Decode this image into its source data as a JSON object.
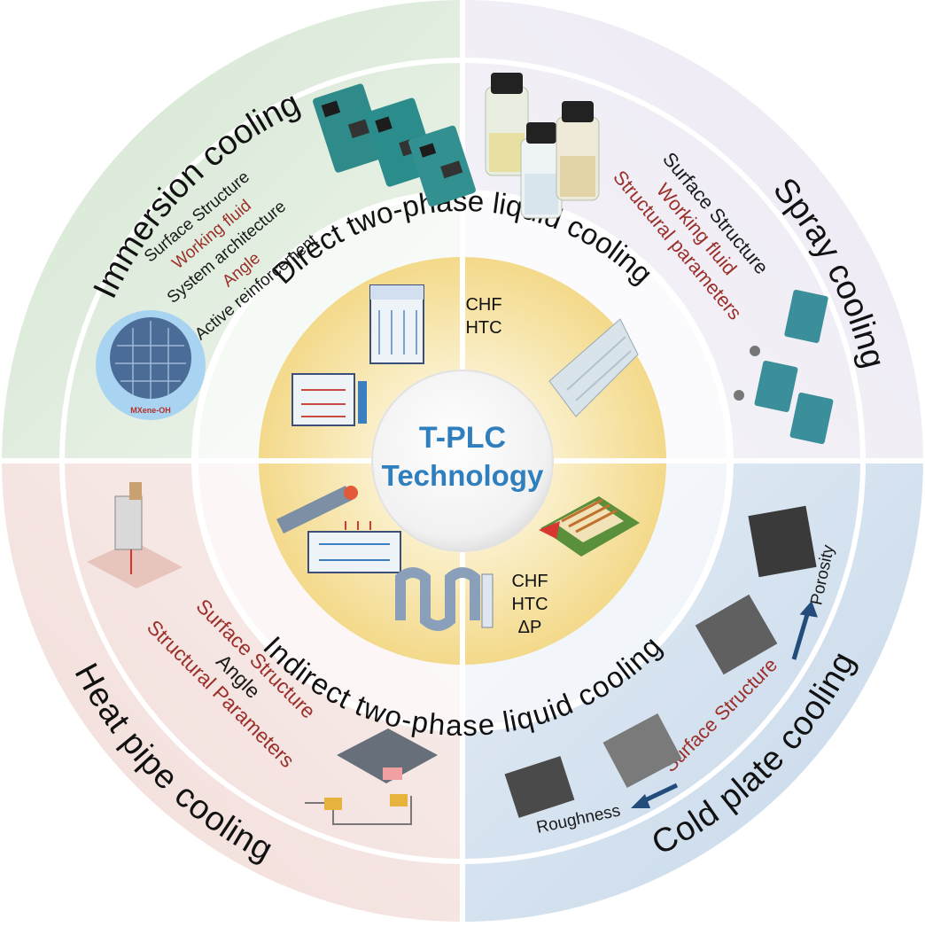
{
  "center": {
    "line1": "T-PLC",
    "line2": "Technology"
  },
  "direct": {
    "label": "Direct two-phase liquid cooling",
    "metrics": [
      "CHF",
      "HTC"
    ]
  },
  "indirect": {
    "label": "Indirect two-phase liquid cooling",
    "metrics": [
      "CHF",
      "HTC",
      "ΔP"
    ]
  },
  "immersion": {
    "title": "Immersion cooling",
    "factors": [
      "Surface Structure",
      "Working fluid",
      "System architecture",
      "Angle",
      "Active reinforcement"
    ],
    "inset_label": "MXene-OH"
  },
  "spray": {
    "title": "Spray cooling",
    "factors": [
      "Surface Structure",
      "Working fluid",
      "Structural parameters"
    ]
  },
  "heatpipe": {
    "title": "Heat pipe cooling",
    "factors": [
      "Surface Structure",
      "Angle",
      "Structural Parameters"
    ]
  },
  "coldplate": {
    "title": "Cold plate cooling",
    "surface_label": "Surface Structure",
    "porosity_label": "Porosity",
    "roughness_label": "Roughness"
  },
  "colors": {
    "immersion_bg": "#dcead9",
    "spray_bg": "#ece8f3",
    "heatpipe_bg": "#f3e1de",
    "coldplate_bg": "#d3e0ee",
    "inner_ring": "#f6e2a0",
    "center_text": "#2f7fbf",
    "accent_red": "#9b2f2a",
    "text_dark": "#1a1a1a"
  }
}
